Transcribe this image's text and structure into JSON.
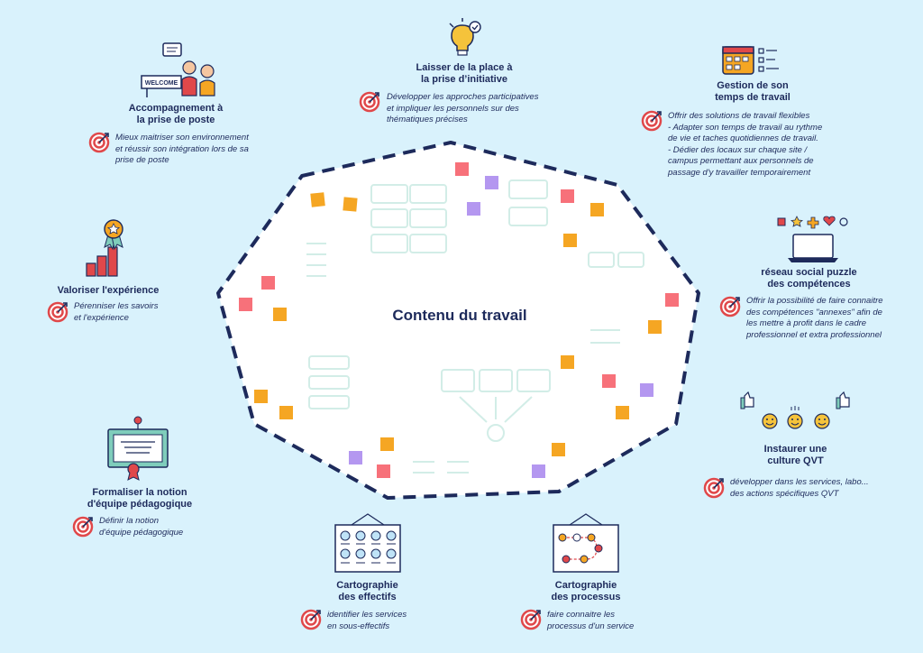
{
  "center": {
    "title": "Contenu du travail"
  },
  "nodes": [
    {
      "id": "accompagnement",
      "title": "Accompagnement à\nla prise de poste",
      "desc": "Mieux maitriser son environnement\net réussir son intégration lors de sa\nprise de poste",
      "icon": "welcome-people-icon",
      "sign": "WELCOME"
    },
    {
      "id": "initiative",
      "title": "Laisser de la place à\nla prise d’initiative",
      "desc": "Développer les approches participatives\net impliquer les personnels sur des\nthématiques précises",
      "icon": "lightbulb-icon"
    },
    {
      "id": "gestion",
      "title": "Gestion de son\ntemps de travail",
      "desc": "Offrir des solutions de travail flexibles\n- Adapter son temps de travail au rythme\n  de vie et taches quotidiennes de travail.\n- Dédier des locaux sur chaque site /\n  campus permettant aux personnels de\n  passage d'y travailler temporairement",
      "icon": "calendar-icon"
    },
    {
      "id": "valoriser",
      "title": "Valoriser l'expérience",
      "desc": "Pérenniser les savoirs\net l'expérience",
      "icon": "award-chart-icon"
    },
    {
      "id": "reseau",
      "title": "réseau social puzzle\ndes compétences",
      "desc": "Offrir la possibilité de faire connaitre\ndes compétences \"annexes\"  afin de\nles mettre à profit dans le cadre\nprofessionnel et extra professionnel",
      "icon": "laptop-social-icon"
    },
    {
      "id": "qvt",
      "title": "Instaurer une\nculture QVT",
      "desc": "développer dans les services, labo...\ndes actions spécifiques QVT",
      "icon": "smileys-thumbs-icon"
    },
    {
      "id": "formaliser",
      "title": "Formaliser la notion\nd'équipe pédagogique",
      "desc": "Définir la notion\nd'équipe pédagogique",
      "icon": "certificate-icon"
    },
    {
      "id": "effectifs",
      "title": "Cartographie\ndes effectifs",
      "desc": "identifier les services\nen sous-effectifs",
      "icon": "org-board-icon"
    },
    {
      "id": "processus",
      "title": "Cartographie\ndes processus",
      "desc": "faire connaitre les\nprocessus d'un service",
      "icon": "process-board-icon"
    }
  ],
  "colors": {
    "ink": "#1d2a5b",
    "bg": "#d9f2fc",
    "red": "#e0484a",
    "orange": "#f5a623",
    "pink": "#f7717a",
    "purple": "#b497f0",
    "teal": "#7fcdbb"
  }
}
